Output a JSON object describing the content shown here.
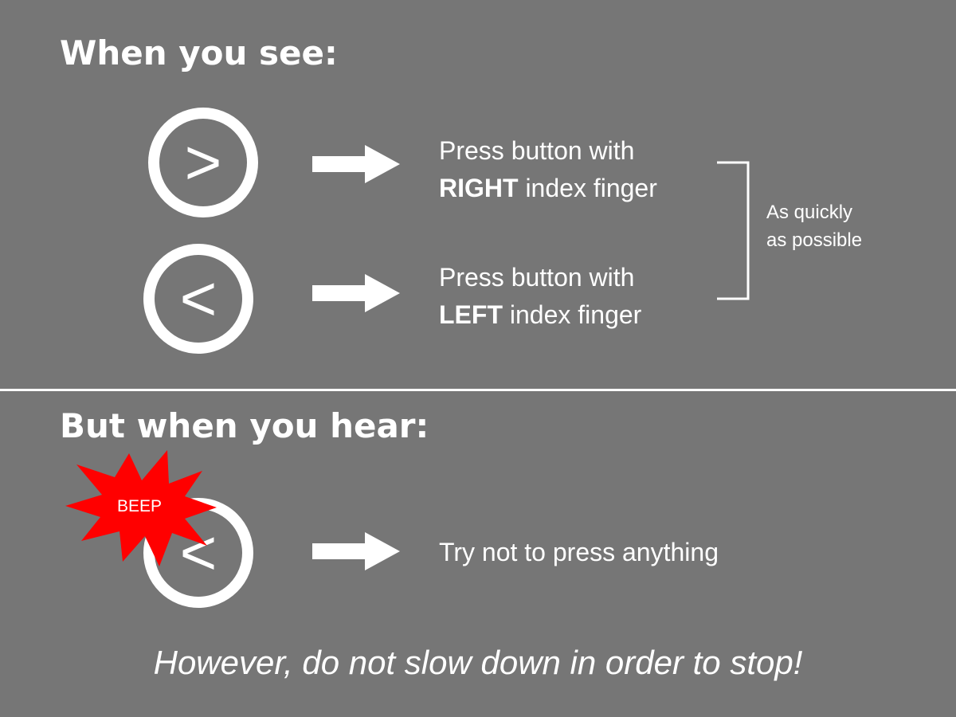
{
  "sections": {
    "see_heading": "When you see:",
    "hear_heading": "But when you hear:"
  },
  "rows": [
    {
      "symbol": ">",
      "line1": "Press button with",
      "emphasis": "RIGHT",
      "rest": " index finger"
    },
    {
      "symbol": "<",
      "line1": "Press button with",
      "emphasis": "LEFT",
      "rest": " index finger"
    }
  ],
  "bracket_note": {
    "line1": "As quickly",
    "line2": "as possible"
  },
  "beep_row": {
    "symbol": "<",
    "beep_label": "BEEP",
    "instruction": "Try not to press anything"
  },
  "footer": {
    "warning": "However, do not slow down in order to stop!"
  },
  "icons": {
    "arrow": "right-arrow-icon",
    "burst": "starburst-icon"
  },
  "colors": {
    "background": "#767676",
    "foreground": "#ffffff",
    "beep": "#ff0000"
  }
}
